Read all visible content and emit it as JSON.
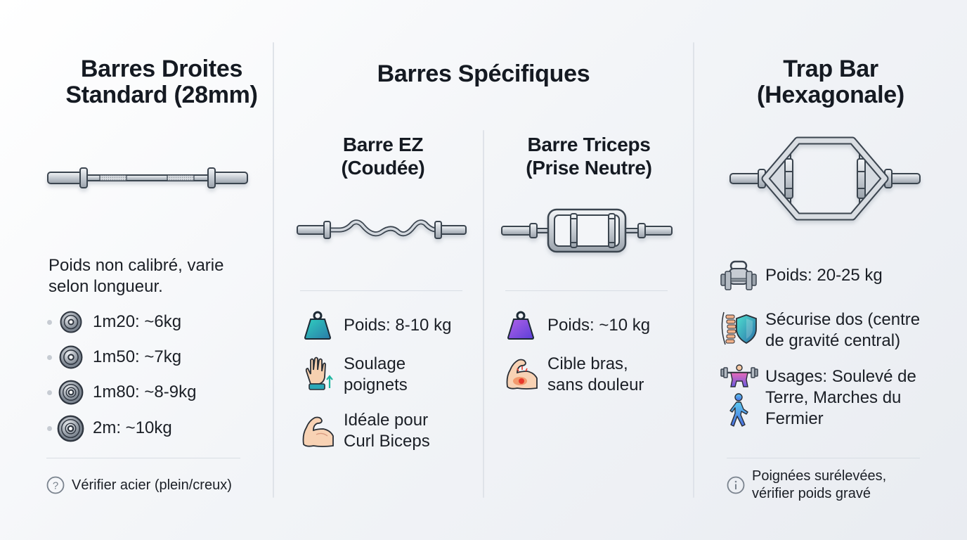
{
  "left": {
    "title_line1": "Barres Droites",
    "title_line2": "Standard (28mm)",
    "description_line1": "Poids non calibré, varie",
    "description_line2": "selon longueur.",
    "weights": [
      {
        "icon": "weight-plate-icon",
        "label": "1m20: ~6kg"
      },
      {
        "icon": "weight-plate-icon",
        "label": "1m50: ~7kg"
      },
      {
        "icon": "weight-plate-icon",
        "label": "1m80: ~8-9kg"
      },
      {
        "icon": "weight-plate-icon",
        "label": "2m: ~10kg"
      }
    ],
    "note": {
      "icon": "question-circle-icon",
      "text": "Vérifier acier (plein/creux)"
    }
  },
  "middle": {
    "title": "Barres Spécifiques",
    "ez": {
      "title_line1": "Barre EZ",
      "title_line2": "(Coudée)",
      "features": [
        {
          "icon": "weight-icon",
          "line1": "Poids: 8-10 kg",
          "line2": ""
        },
        {
          "icon": "wrist-relief-icon",
          "line1": "Soulage",
          "line2": "poignets"
        },
        {
          "icon": "biceps-icon",
          "line1": "Idéale pour",
          "line2": "Curl Biceps"
        }
      ],
      "colors": {
        "weight": "#1fb5b0"
      }
    },
    "triceps": {
      "title_line1": "Barre Triceps",
      "title_line2": "(Prise Neutre)",
      "features": [
        {
          "icon": "weight-icon",
          "line1": "Poids: ~10 kg",
          "line2": ""
        },
        {
          "icon": "arm-pain-icon",
          "line1": "Cible bras,",
          "line2": "sans douleur"
        }
      ],
      "colors": {
        "weight": "#8b4fe0"
      }
    }
  },
  "right": {
    "title_line1": "Trap Bar",
    "title_line2": "(Hexagonale)",
    "features": [
      {
        "icon": "kettlebell-dumbbell-icon",
        "line1": "Poids: 20-25 kg",
        "line2": "",
        "line3": ""
      },
      {
        "icon": "spine-shield-icon",
        "line1": "Sécurise dos (centre",
        "line2": "de gravité central)",
        "line3": ""
      },
      {
        "icon": "deadlift-walk-icon",
        "line1": "Usages: Soulevé de",
        "line2": "Terre, Marches du",
        "line3": "Fermier"
      }
    ],
    "note": {
      "icon": "info-circle-icon",
      "line1": "Poignées surélevées,",
      "line2": "vérifier poids gravé"
    }
  }
}
